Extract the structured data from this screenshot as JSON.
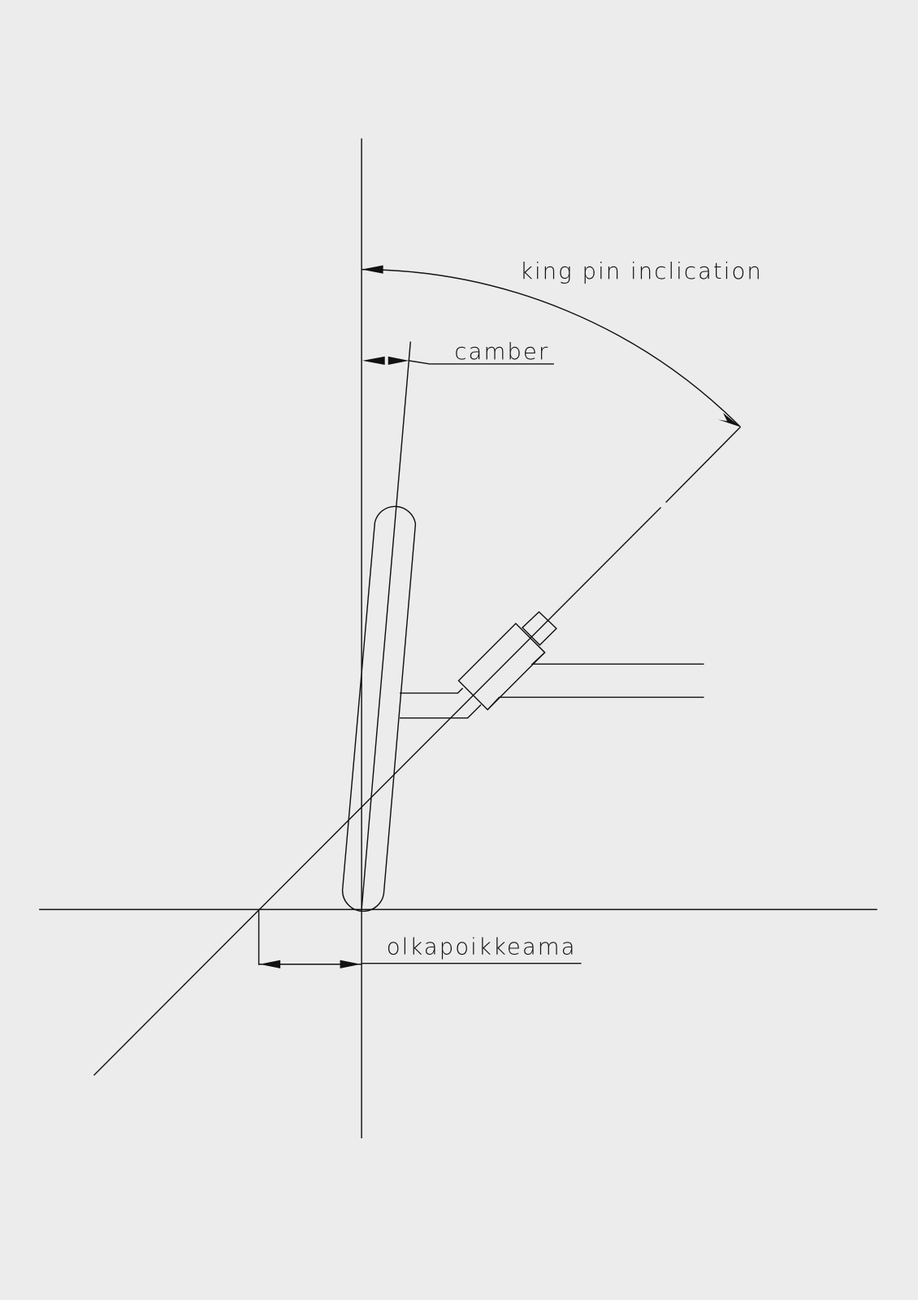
{
  "diagram": {
    "labels": {
      "king_pin": "king pin inclication",
      "camber": "camber",
      "scrub_radius": "olkapoikkeama"
    },
    "colors": {
      "background": "#ececec",
      "line": "#111111"
    }
  }
}
